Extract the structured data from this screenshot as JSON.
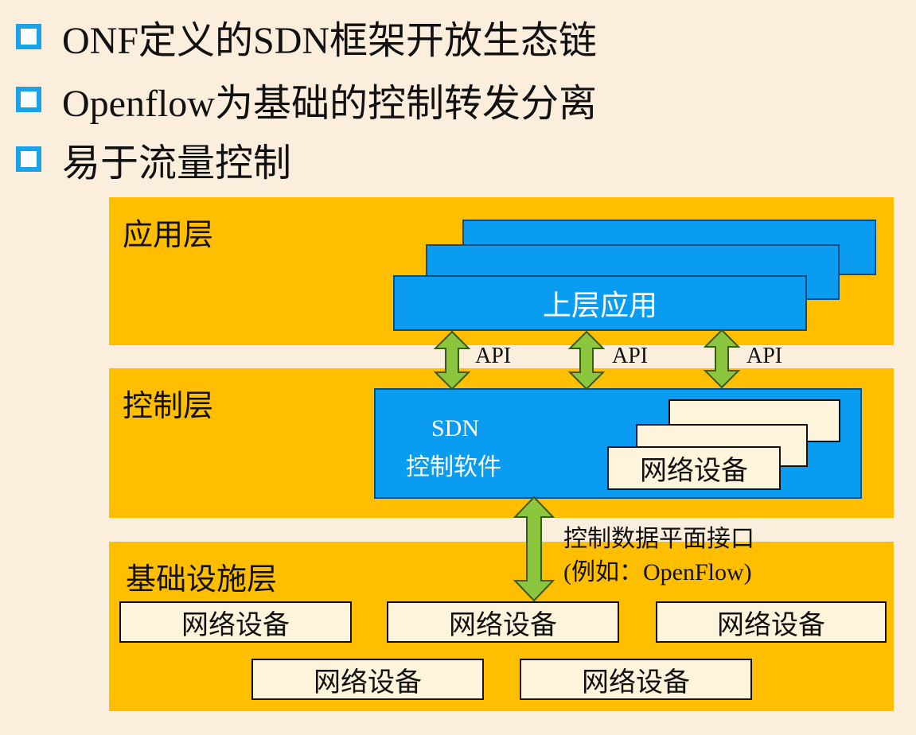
{
  "bullets": [
    "ONF定义的SDN框架开放生态链",
    "Openflow为基础的控制转发分离",
    "易于流量控制"
  ],
  "app_layer": {
    "title": "应用层",
    "app_label": "上层应用"
  },
  "api_labels": [
    "API",
    "API",
    "API"
  ],
  "control_layer": {
    "title": "控制层",
    "sdn_line1": "SDN",
    "sdn_line2": "控制软件",
    "device_label": "网络设备"
  },
  "interface": {
    "line1": "控制数据平面接口",
    "line2": "(例如：OpenFlow)"
  },
  "infra_layer": {
    "title": "基础设施层",
    "devices": [
      "网络设备",
      "网络设备",
      "网络设备",
      "网络设备",
      "网络设备"
    ]
  },
  "colors": {
    "background": "#fbeedd",
    "layer": "#ffbf00",
    "box_blue": "#0a9cf0",
    "box_cream": "#fef4dc",
    "arrow_green": "#8cc63f",
    "bullet": "#1aa3e8"
  }
}
